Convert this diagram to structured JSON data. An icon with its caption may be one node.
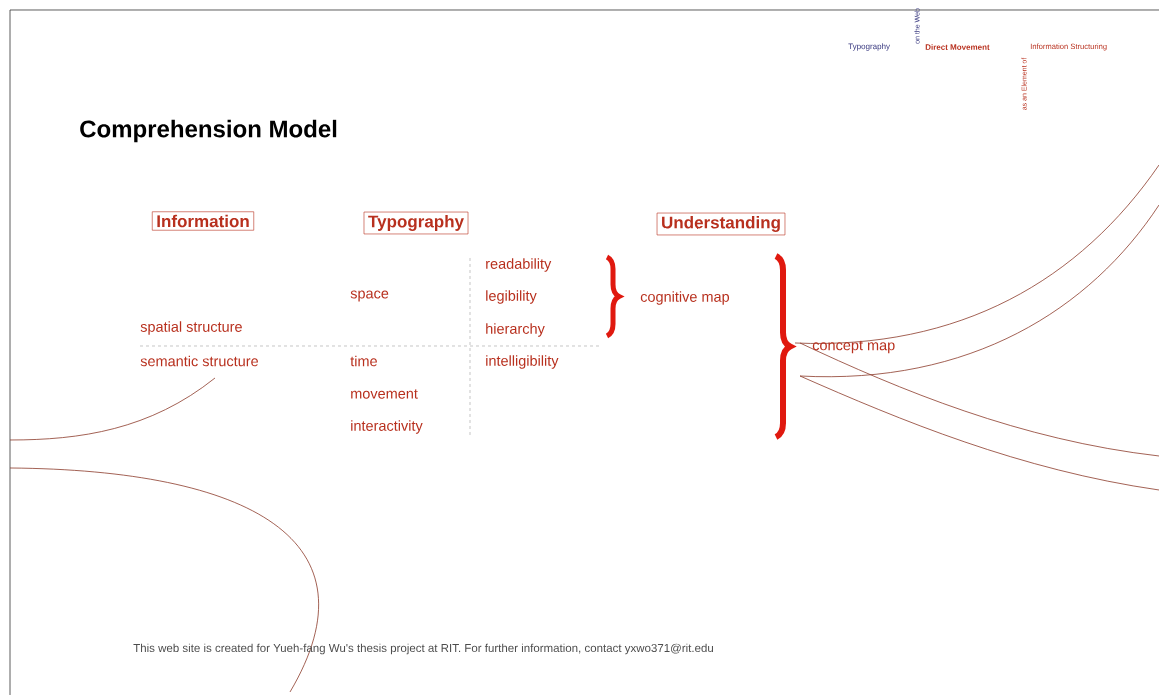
{
  "diagram": {
    "title": "Comprehension Model",
    "nodes": [
      {
        "text": [
          "Information"
        ]
      },
      {
        "text": [
          "Typography"
        ]
      },
      {
        "text": [
          "Understanding"
        ]
      }
    ],
    "edges": [],
    "labels": [
      "Typography",
      "on the Web",
      "Direct Movement",
      "as an Element of",
      "Information Structuring",
      "readability",
      "space",
      "legibility",
      "cognitive map",
      "spatial structure",
      "hierarchy",
      "concept map",
      "semantic structure",
      "time",
      "intelligibility",
      "movement",
      "interactivity",
      "This web site is created for Yueh-fang Wu's thesis project at RIT. For further information, contact yxwo371@rit.edu"
    ]
  }
}
